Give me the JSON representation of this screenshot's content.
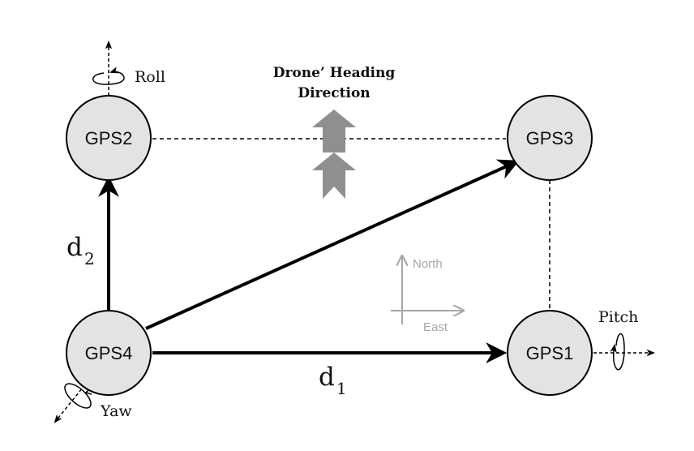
{
  "nodes": {
    "gps1": "GPS1",
    "gps2": "GPS2",
    "gps3": "GPS3",
    "gps4": "GPS4"
  },
  "labels": {
    "heading_line1": "Drone’ Heading",
    "heading_line2": "Direction",
    "roll": "Roll",
    "pitch": "Pitch",
    "yaw": "Yaw",
    "d1_main": "d",
    "d1_sub": "1",
    "d2_main": "d",
    "d2_sub": "2"
  },
  "compass": {
    "north": "North",
    "east": "East"
  },
  "colors": {
    "node_fill": "#e3e3e3",
    "stroke": "#000000",
    "heading_arrow": "#8f8f8f",
    "compass": "#a6a6a6"
  }
}
